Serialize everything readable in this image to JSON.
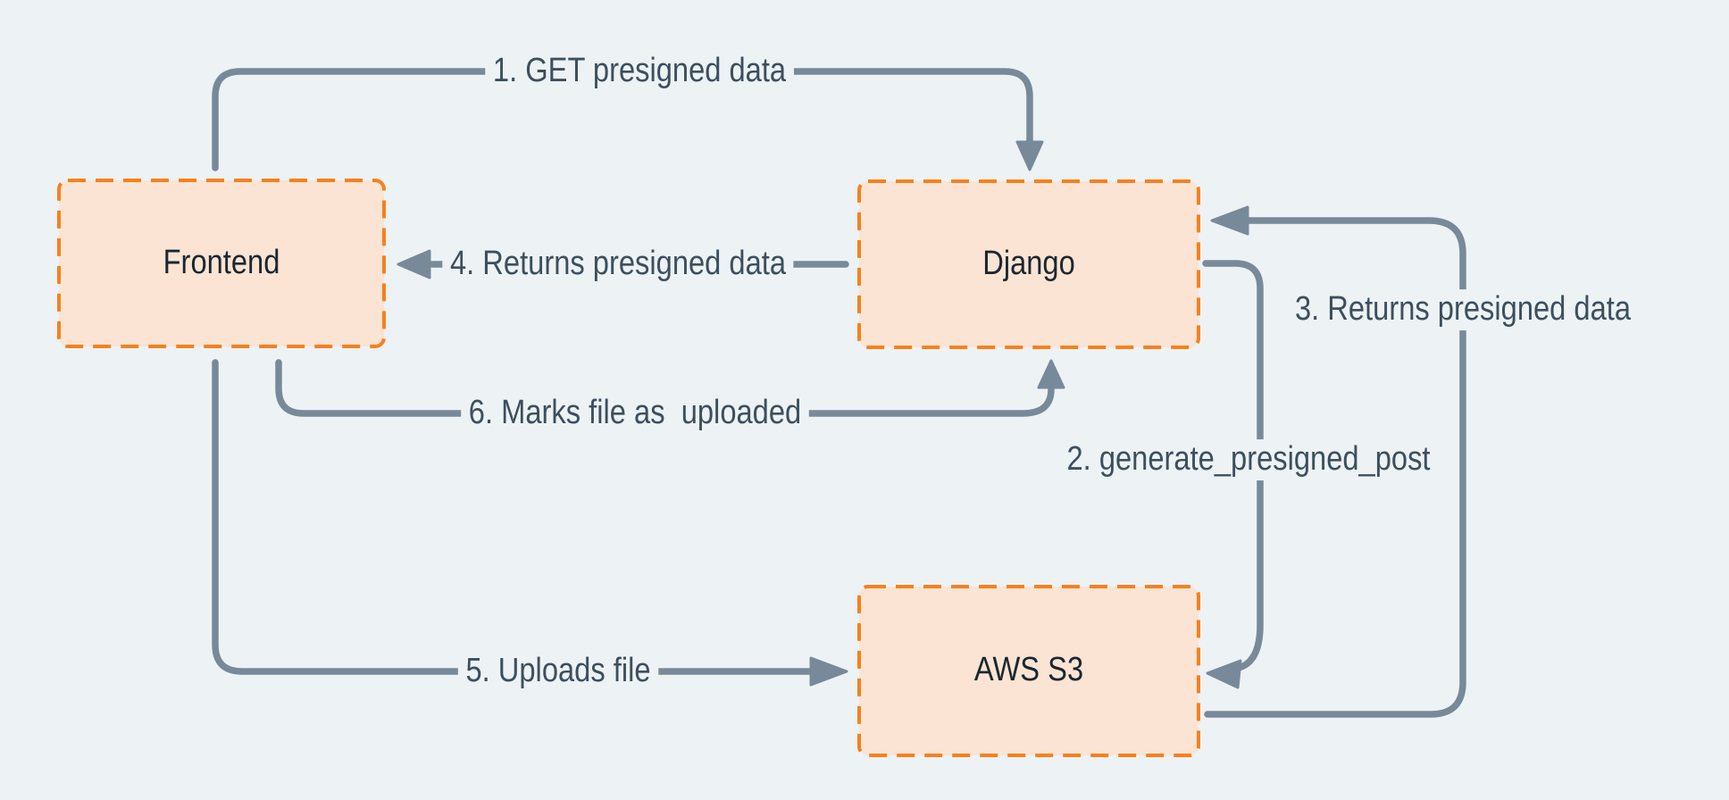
{
  "diagram": {
    "title_hidden": "",
    "nodes": [
      {
        "id": "frontend",
        "label": "Frontend"
      },
      {
        "id": "django",
        "label": "Django"
      },
      {
        "id": "aws-s3",
        "label": "AWS S3"
      }
    ],
    "edges": [
      {
        "step": "1",
        "from": "frontend",
        "to": "django",
        "label": "1. GET presigned data"
      },
      {
        "step": "2",
        "from": "django",
        "to": "aws-s3",
        "label": "2. generate_presigned_post"
      },
      {
        "step": "3",
        "from": "aws-s3",
        "to": "django",
        "label": "3. Returns presigned data"
      },
      {
        "step": "4",
        "from": "django",
        "to": "frontend",
        "label": "4. Returns presigned data"
      },
      {
        "step": "5",
        "from": "frontend",
        "to": "aws-s3",
        "label": "5. Uploads file"
      },
      {
        "step": "6",
        "from": "frontend",
        "to": "django",
        "label": "6. Marks file as  uploaded"
      }
    ],
    "colors": {
      "background": "#EDF2F5",
      "node_fill": "#FBE4D3",
      "node_border": "#F5811E",
      "arrow": "#78899A",
      "edge_label_text": "#3D4F5E",
      "node_label_text": "#1B2730"
    }
  }
}
